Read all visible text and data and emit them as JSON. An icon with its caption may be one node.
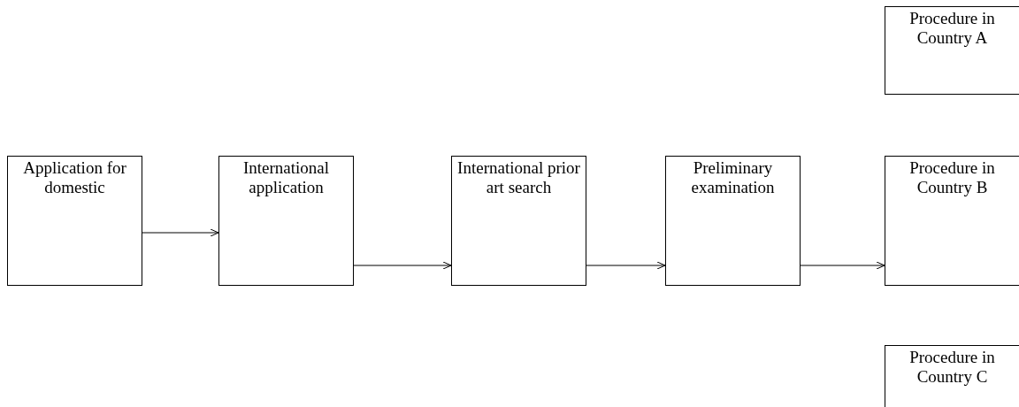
{
  "diagram": {
    "nodes": [
      {
        "text": [
          "Application for domestic"
        ]
      },
      {
        "text": [
          "International application"
        ]
      },
      {
        "text": [
          "International prior art search"
        ]
      },
      {
        "text": [
          "Preliminary examination"
        ]
      },
      {
        "text": [
          "Procedure in Country A"
        ]
      },
      {
        "text": [
          "Procedure in Country B"
        ]
      },
      {
        "text": [
          "Procedure in Country C"
        ]
      }
    ],
    "edges": [
      {
        "from": 0,
        "to": 1,
        "arrow": "to"
      },
      {
        "from": 1,
        "to": 2,
        "arrow": "to"
      },
      {
        "from": 2,
        "to": 3,
        "arrow": "to"
      },
      {
        "from": 3,
        "to": 5,
        "arrow": "to"
      }
    ]
  }
}
